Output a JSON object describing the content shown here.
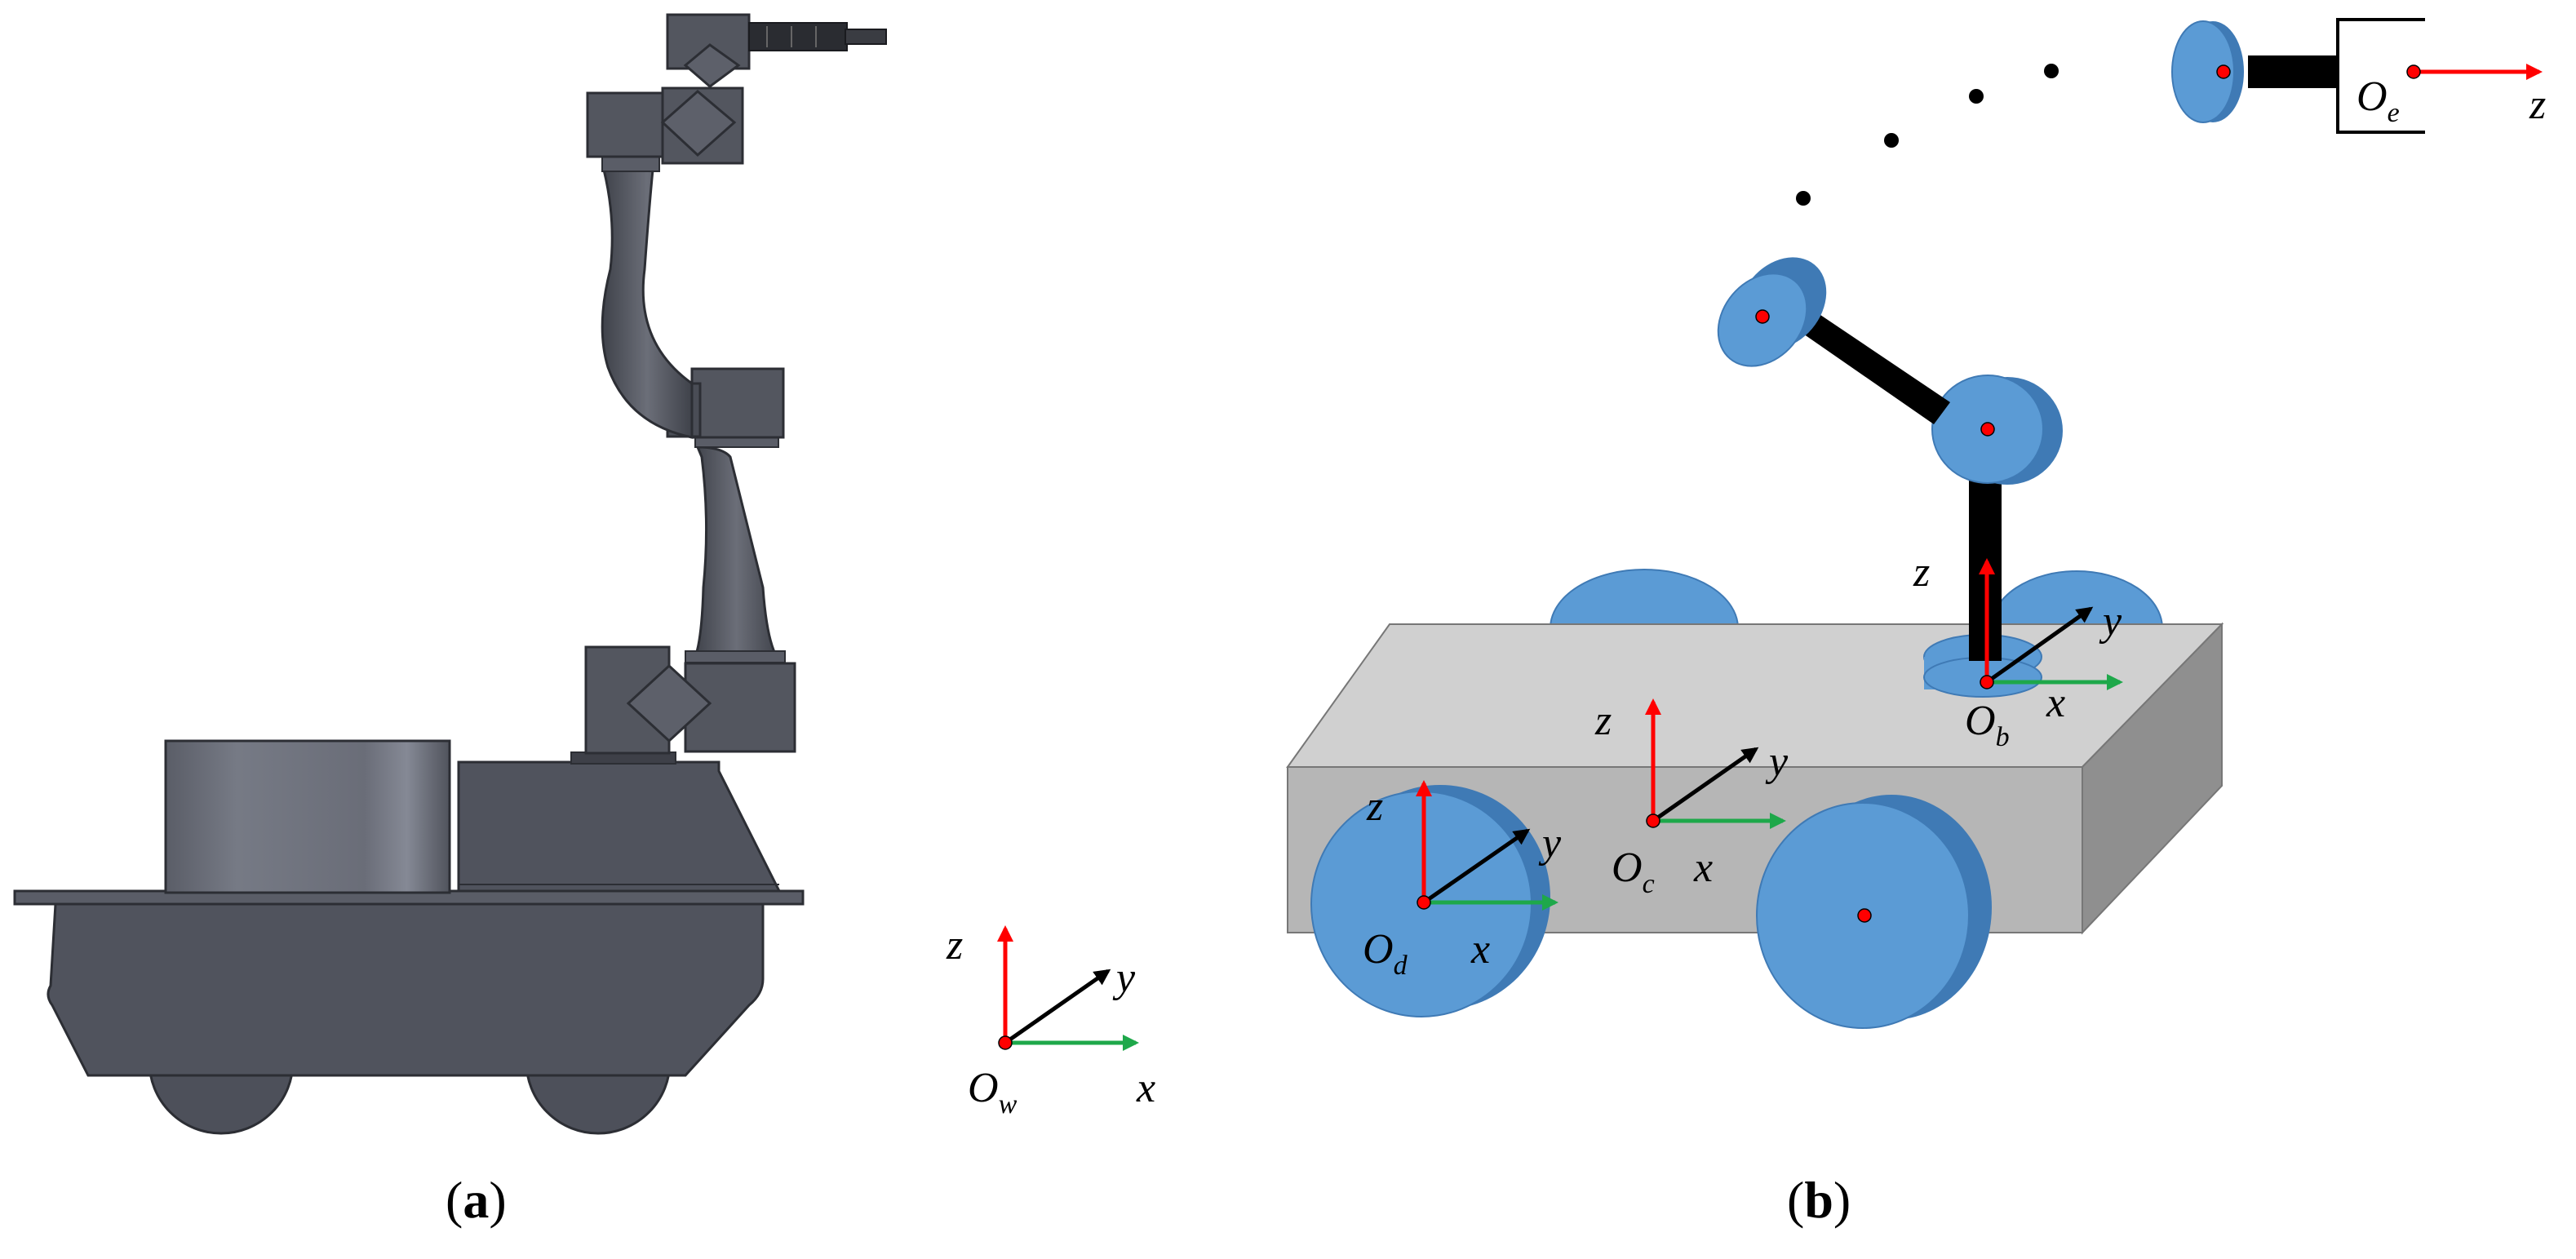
{
  "panels": {
    "a": {
      "caption_open": "(",
      "caption_letter": "a",
      "caption_close": ")"
    },
    "b": {
      "caption_open": "(",
      "caption_letter": "b",
      "caption_close": ")"
    }
  },
  "frames": {
    "world": {
      "origin_main": "O",
      "origin_sub": "w",
      "x": "x",
      "y": "y",
      "z": "z"
    },
    "chassis": {
      "origin_main": "O",
      "origin_sub": "c",
      "x": "x",
      "y": "y",
      "z": "z"
    },
    "wheel": {
      "origin_main": "O",
      "origin_sub": "d",
      "x": "x",
      "y": "y",
      "z": "z"
    },
    "base": {
      "origin_main": "O",
      "origin_sub": "b",
      "x": "x",
      "y": "y",
      "z": "z"
    },
    "effector": {
      "origin_main": "O",
      "origin_sub": "e",
      "z": "z"
    }
  },
  "colors": {
    "robot_body": "#4d505a",
    "robot_outline": "#33353c",
    "wheel_blue": "#5b9bd5",
    "wheel_blue_dark": "#3f7ab5",
    "box_top": "#d0d0d0",
    "box_front": "#b6b6b6",
    "box_side": "#8f8f8f",
    "axis_x": "#1ea84a",
    "axis_y": "#000000",
    "axis_z": "#ff0000",
    "joint_dot": "#ff0000"
  }
}
